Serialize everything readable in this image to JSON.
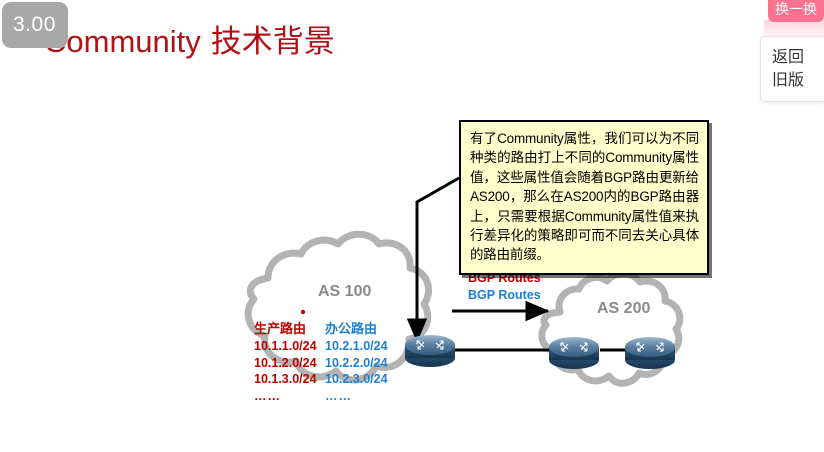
{
  "overlay": {
    "speed_badge": "3.00",
    "pink_button_label": "换一换",
    "legacy_button_line1": "返回",
    "legacy_button_line2": "旧版"
  },
  "slide": {
    "title_en": "Community",
    "title_cn": "技术背景",
    "title_color": "#b01116"
  },
  "callout": {
    "text": "有了Community属性，我们可以为不同种类的路由打上不同的Community属性值，这些属性值会随着BGP路由更新给AS200，那么在AS200内的BGP路由器上，只需要根据Community属性值来执行差异化的策略即可而不同去关心具体的路由前缀。",
    "background": "#ffffcc",
    "border_color": "#000000"
  },
  "diagram": {
    "as100": {
      "label": "AS 100",
      "columns": [
        {
          "heading": "生产路由",
          "color": "#c00000",
          "routes": [
            "10.1.1.0/24",
            "10.1.2.0/24",
            "10.1.3.0/24",
            "……"
          ]
        },
        {
          "heading": "办公路由",
          "color": "#1f7fd0",
          "routes": [
            "10.2.1.0/24",
            "10.2.2.0/24",
            "10.2.3.0/24",
            "……"
          ]
        }
      ]
    },
    "as200": {
      "label": "AS 200"
    },
    "link_labels": [
      {
        "text": "BGP Routes",
        "color": "#c00000"
      },
      {
        "text": "BGP Routes",
        "color": "#1f7fd0"
      }
    ],
    "cloud_color": "#b3b3b3",
    "router_color": "#2e5f8a"
  }
}
